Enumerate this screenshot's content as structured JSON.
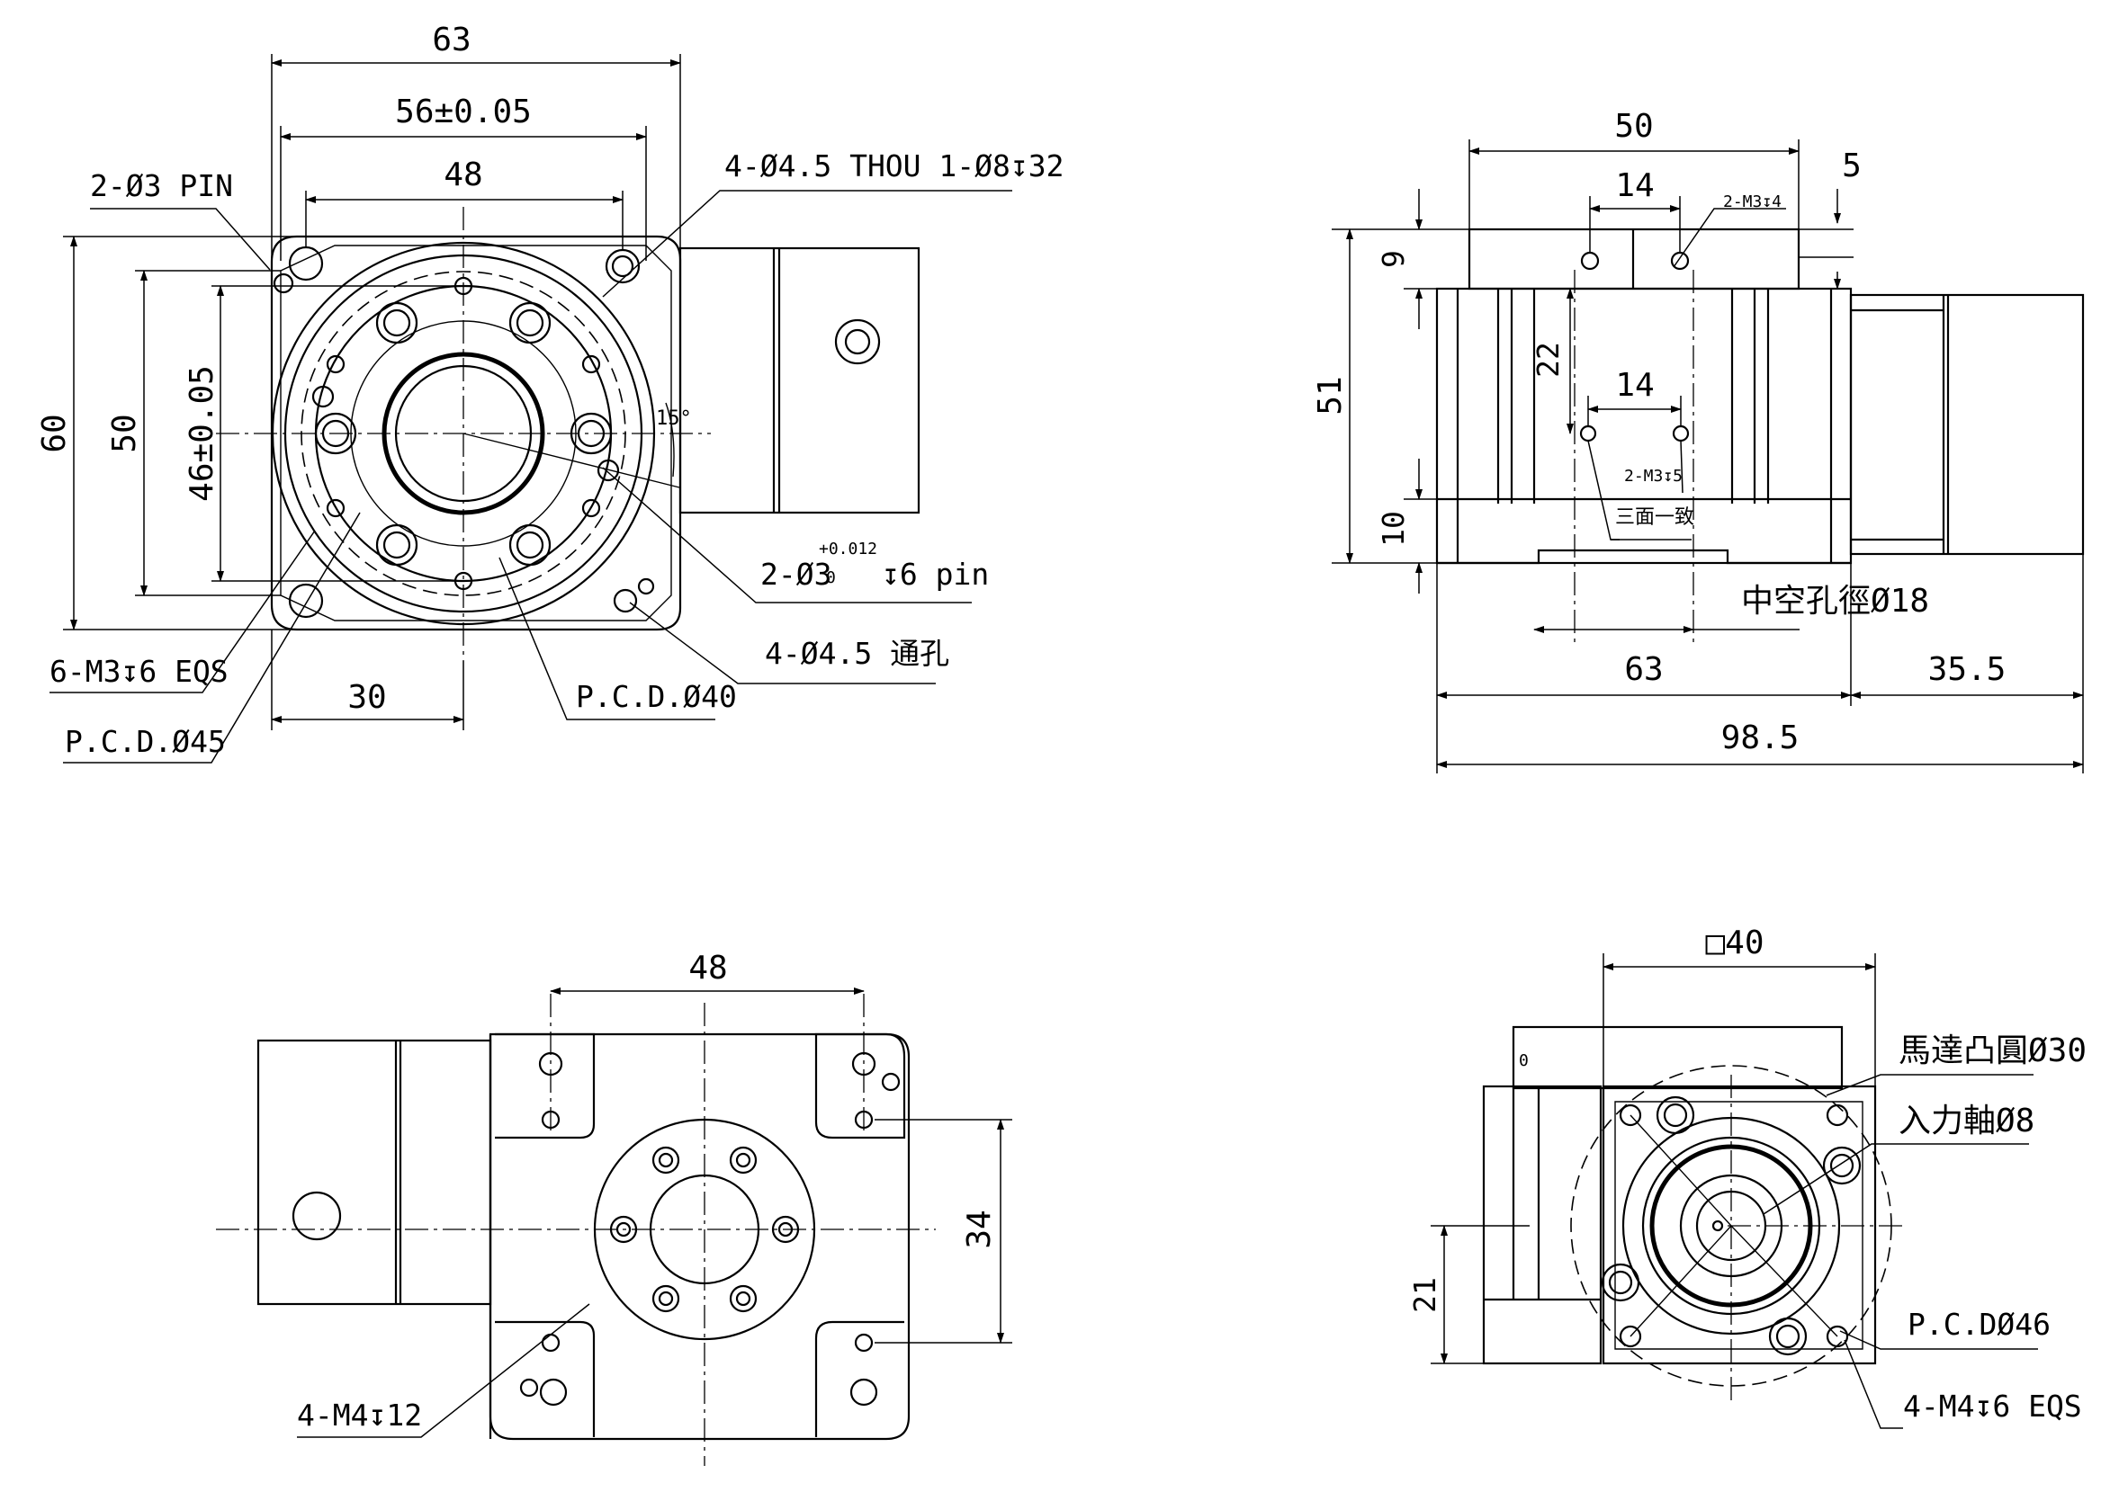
{
  "view_top_left": {
    "dim_width_overall": "63",
    "dim_width_tol": "56±0.05",
    "dim_width_inner": "48",
    "dim_height_overall": "60",
    "dim_height_mid": "50",
    "dim_height_tol": "46±0.05",
    "dim_offset": "30",
    "angle": "15°",
    "callout_pin": "2-Ø3 PIN",
    "callout_thru": "4-Ø4.5 THOU 1-Ø8↧32",
    "callout_dowel_main": "2-Ø3",
    "callout_dowel_tol_upper": "+0.012",
    "callout_dowel_tol_lower": "0",
    "callout_dowel_depth": "↧6 pin",
    "callout_through_hole": "4-Ø4.5 通孔",
    "callout_tapped": "6-M3↧6 EQS",
    "callout_pcd45": "P.C.D.Ø45",
    "callout_pcd40": "P.C.D.Ø40"
  },
  "view_top_right": {
    "dim_top_width": "50",
    "dim_14_top": "14",
    "dim_5": "5",
    "dim_9": "9",
    "dim_22": "22",
    "dim_14_mid": "14",
    "dim_51": "51",
    "dim_10": "10",
    "dim_63": "63",
    "dim_35_5": "35.5",
    "dim_98_5": "98.5",
    "callout_m3_top": "2-M3↧4",
    "callout_m3_mid": "2-M3↧5",
    "note_same": "三面一致",
    "note_hollow": "中空孔徑Ø18"
  },
  "view_bottom_left": {
    "dim_48": "48",
    "dim_34": "34",
    "callout_tapped": "4-M4↧12"
  },
  "view_bottom_right": {
    "dim_square": "□40",
    "dim_21": "21",
    "small_mark": "0",
    "callout_motor_boss": "馬達凸圓Ø30",
    "callout_input_shaft": "入力軸Ø8",
    "callout_pcd46": "P.C.DØ46",
    "callout_tapped": "4-M4↧6 EQS"
  }
}
